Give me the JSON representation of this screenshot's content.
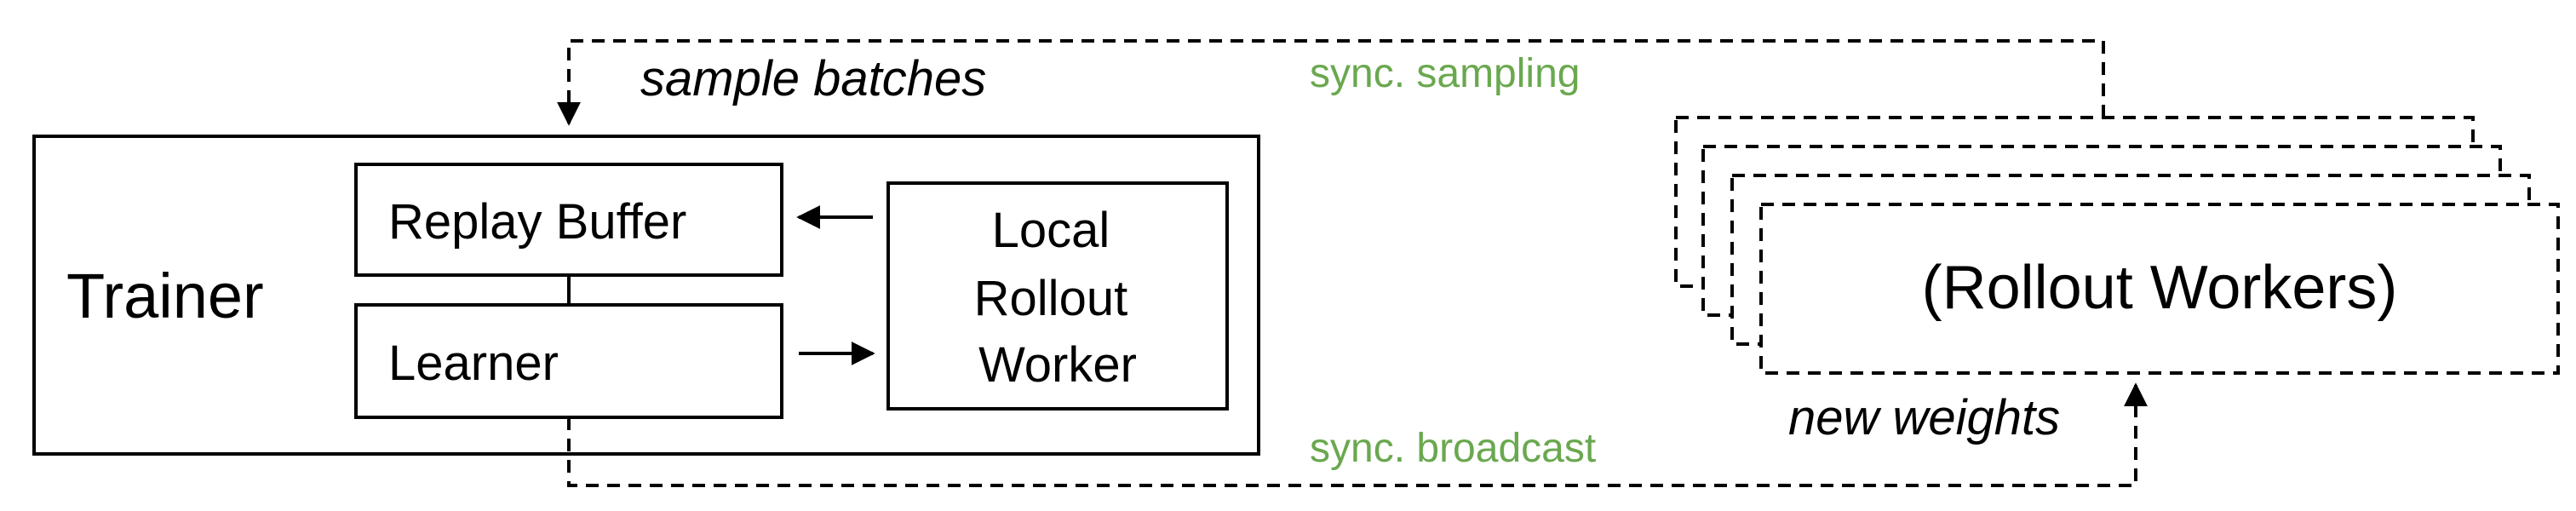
{
  "diagram": {
    "trainer_label": "Trainer",
    "replay_buffer_label": "Replay Buffer",
    "learner_label": "Learner",
    "local_worker_lines": [
      "Local",
      "Rollout",
      "Worker"
    ],
    "rollout_workers_label": "(Rollout Workers)",
    "sample_batches_label": "sample batches",
    "sync_sampling_label": "sync. sampling",
    "new_weights_label": "new weights",
    "sync_broadcast_label": "sync. broadcast",
    "colors": {
      "stroke": "#000000",
      "annotation_green": "#6aa84f",
      "text": "#000000"
    }
  }
}
